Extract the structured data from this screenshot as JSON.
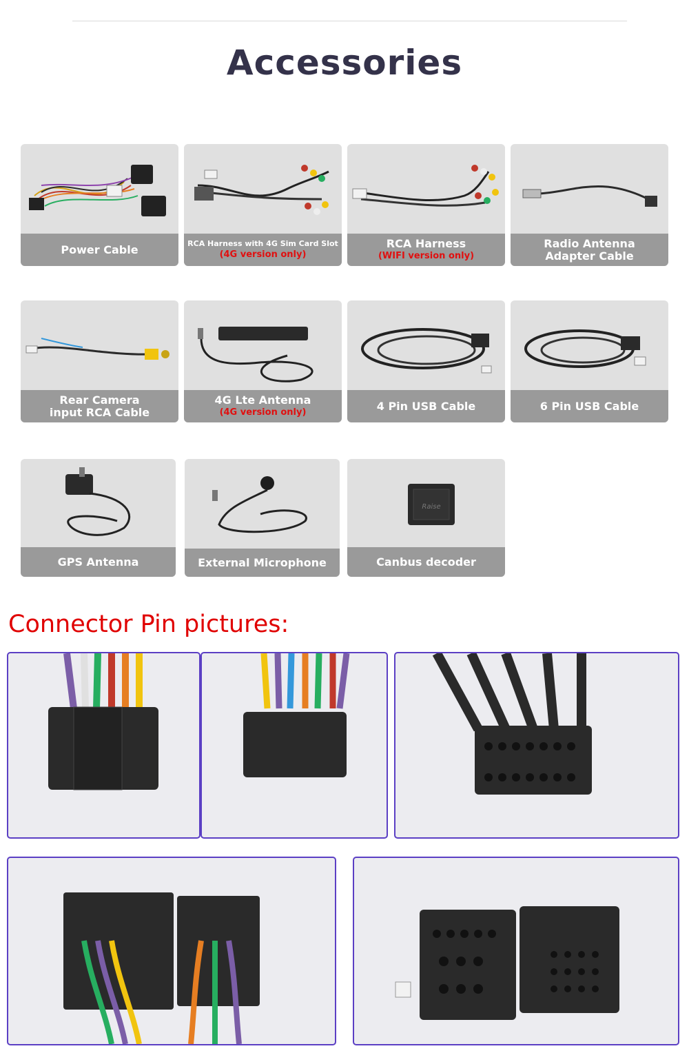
{
  "title": "Accessories",
  "accessories": [
    {
      "name": "Power Cable",
      "note": ""
    },
    {
      "name": "RCA Harness with 4G Sim Card Slot",
      "note": "(4G version only)"
    },
    {
      "name": "RCA Harness",
      "note": "(WIFI version only)"
    },
    {
      "name": "Radio Antenna Adapter Cable",
      "note": ""
    },
    {
      "name": "Rear Camera input RCA Cable",
      "note": ""
    },
    {
      "name": "4G Lte Antenna",
      "note": "(4G version only)"
    },
    {
      "name": "4 Pin USB Cable",
      "note": ""
    },
    {
      "name": "6 Pin USB Cable",
      "note": ""
    },
    {
      "name": "GPS Antenna",
      "note": ""
    },
    {
      "name": "External Microphone",
      "note": ""
    },
    {
      "name": "Canbus decoder",
      "note": ""
    }
  ],
  "decoder_logo_text": "Raise",
  "connector_section": {
    "heading": "Connector Pin pictures:"
  },
  "colors": {
    "title": "#34324a",
    "heading": "#e00000",
    "card_bg": "#e0e0e0",
    "label_bar": "#9a9a9a",
    "note": "#e01010",
    "frame": "#5b3fc4"
  }
}
